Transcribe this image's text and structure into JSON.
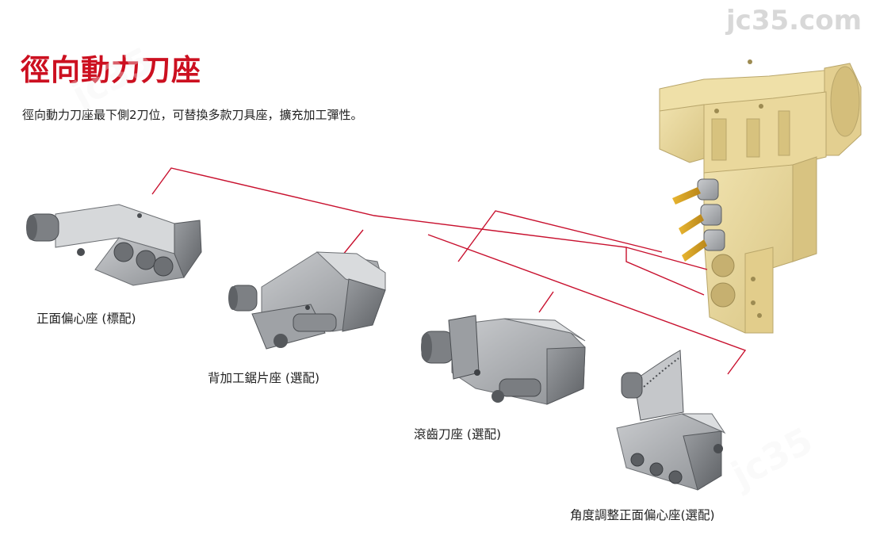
{
  "watermark": "jc35.com",
  "title": "徑向動力刀座",
  "subtitle": "徑向動力刀座最下側2刀位，可替換多款刀具座，擴充加工彈性。",
  "captions": {
    "item1": "正面偏心座 (標配)",
    "item2": "背加工鋸片座 (選配)",
    "item3": "滾齒刀座 (選配)",
    "item4": "角度調整正面偏心座(選配)"
  },
  "colors": {
    "title": "#cc1020",
    "connector": "#c8102e",
    "turret_body": "#e6d49a",
    "holder_body": "#a8abae"
  }
}
